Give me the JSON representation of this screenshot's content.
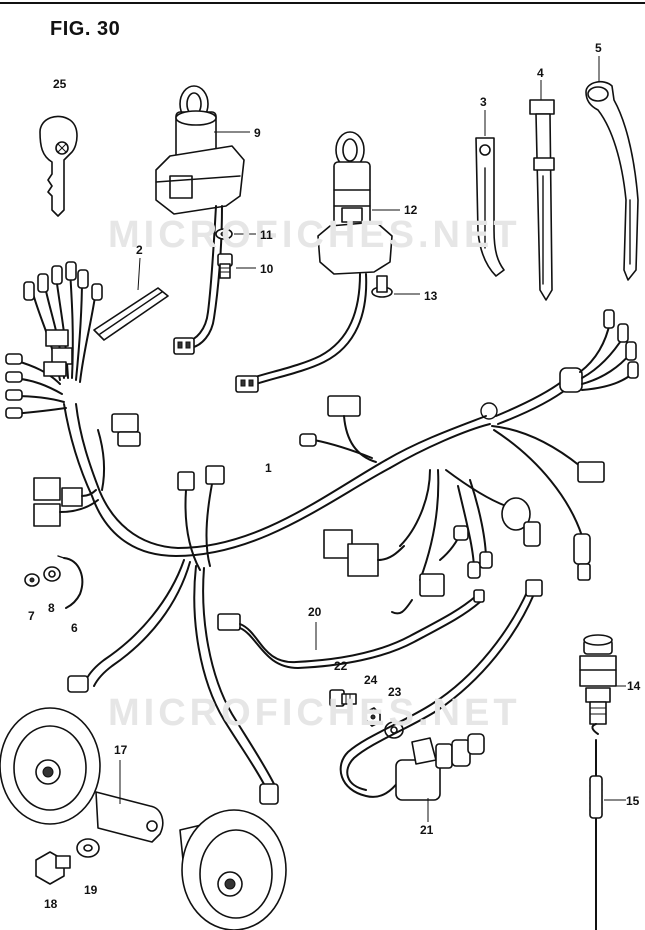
{
  "figure": {
    "title": "FIG. 30",
    "watermarks": [
      "MICROFICHES.NET",
      "MICROFICHES.NET"
    ]
  },
  "callouts": [
    {
      "id": "c25",
      "label": "25"
    },
    {
      "id": "c9",
      "label": "9"
    },
    {
      "id": "c11",
      "label": "11"
    },
    {
      "id": "c10",
      "label": "10"
    },
    {
      "id": "c12",
      "label": "12"
    },
    {
      "id": "c13",
      "label": "13"
    },
    {
      "id": "c3",
      "label": "3"
    },
    {
      "id": "c4",
      "label": "4"
    },
    {
      "id": "c5",
      "label": "5"
    },
    {
      "id": "c2",
      "label": "2"
    },
    {
      "id": "c1",
      "label": "1"
    },
    {
      "id": "c7",
      "label": "7"
    },
    {
      "id": "c8",
      "label": "8"
    },
    {
      "id": "c6",
      "label": "6"
    },
    {
      "id": "c20",
      "label": "20"
    },
    {
      "id": "c22",
      "label": "22"
    },
    {
      "id": "c24",
      "label": "24"
    },
    {
      "id": "c23",
      "label": "23"
    },
    {
      "id": "c14",
      "label": "14"
    },
    {
      "id": "c17",
      "label": "17"
    },
    {
      "id": "c21",
      "label": "21"
    },
    {
      "id": "c15",
      "label": "15"
    },
    {
      "id": "c18",
      "label": "18"
    },
    {
      "id": "c19",
      "label": "19"
    }
  ]
}
